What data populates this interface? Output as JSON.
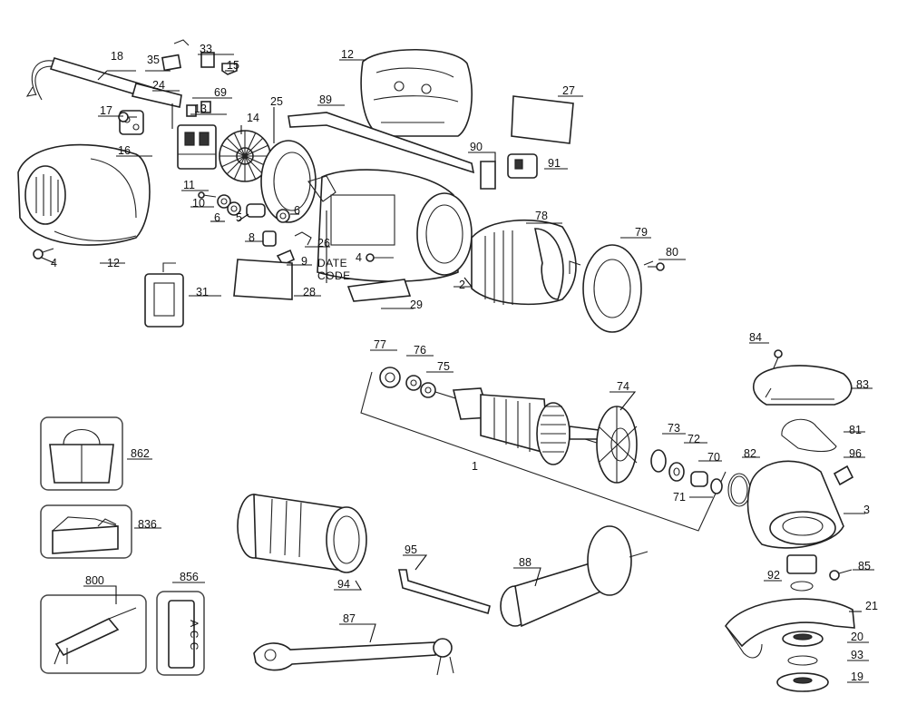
{
  "labels": {
    "p18": "18",
    "p35": "35",
    "p33": "33",
    "p15": "15",
    "p24": "24",
    "p17": "17",
    "p69": "69",
    "p13": "13",
    "p14": "14",
    "p16": "16",
    "p25": "25",
    "p12a": "12",
    "p12b": "12",
    "p89": "89",
    "p27": "27",
    "p90": "90",
    "p91": "91",
    "p11": "11",
    "p10": "10",
    "p6a": "6",
    "p6b": "6",
    "p5": "5",
    "p8": "8",
    "p26": "26",
    "p9": "9",
    "p4a": "4",
    "p4b": "4",
    "p2": "2",
    "p78": "78",
    "p79": "79",
    "p80": "80",
    "p31": "31",
    "p28": "28",
    "p29": "29",
    "date": "DATE",
    "code": "CODE",
    "p77": "77",
    "p76": "76",
    "p75": "75",
    "p74": "74",
    "p73": "73",
    "p72": "72",
    "p70": "70",
    "p71": "71",
    "p1": "1",
    "p84": "84",
    "p83": "83",
    "p81": "81",
    "p96": "96",
    "p82": "82",
    "p3": "3",
    "p85": "85",
    "p92": "92",
    "p21": "21",
    "p20": "20",
    "p93": "93",
    "p19": "19",
    "p862": "862",
    "p836": "836",
    "p800": "800",
    "p856": "856",
    "p94": "94",
    "p95": "95",
    "p88": "88",
    "p87": "87",
    "tag_text": "A C C"
  }
}
